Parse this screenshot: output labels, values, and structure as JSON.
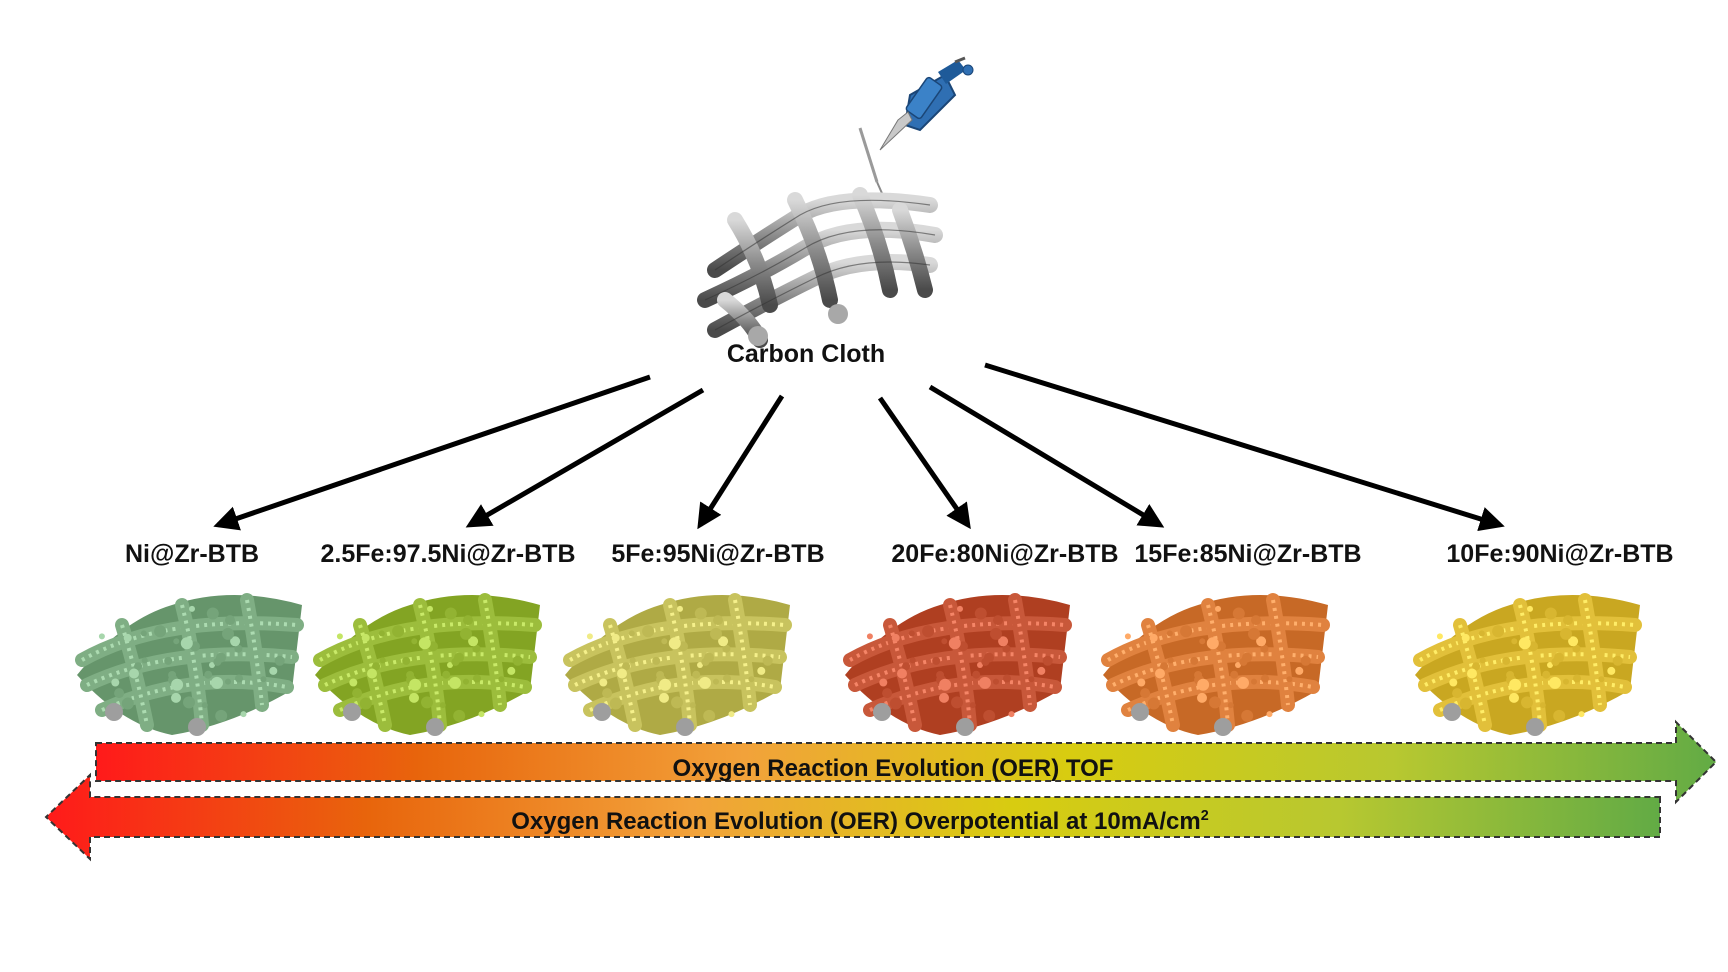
{
  "source": {
    "label": "Carbon Cloth"
  },
  "samples": [
    {
      "label": "Ni@Zr-BTB",
      "color": "#7fae84"
    },
    {
      "label": "2.5Fe:97.5Ni@Zr-BTB",
      "color": "#9cbd3c"
    },
    {
      "label": "5Fe:95Ni@Zr-BTB",
      "color": "#c8c35e"
    },
    {
      "label": "20Fe:80Ni@Zr-BTB",
      "color": "#c8583a"
    },
    {
      "label": "15Fe:85Ni@Zr-BTB",
      "color": "#e0823f"
    },
    {
      "label": "10Fe:90Ni@Zr-BTB",
      "color": "#e2c03a"
    }
  ],
  "bars": {
    "tof_label": "Oxygen Reaction Evolution (OER) TOF",
    "overpotential_label_main": "Oxygen Reaction Evolution (OER) Overpotential at 10mA/cm",
    "overpotential_label_sup": "2",
    "gradient": [
      "#ff1a1a",
      "#e8650c",
      "#f2a23a",
      "#d8cc10",
      "#b8c830",
      "#62ab45"
    ]
  }
}
